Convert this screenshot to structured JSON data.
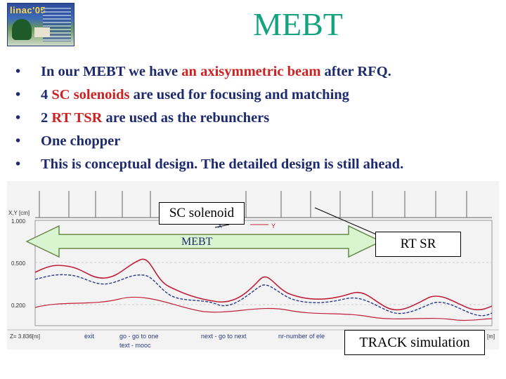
{
  "title": "MEBT",
  "logo": {
    "text": "linac'05"
  },
  "bullets": [
    {
      "prefix": "In our MEBT we have ",
      "highlight": "an axisymmetric beam",
      "suffix": " after RFQ."
    },
    {
      "prefix": "4 ",
      "highlight": "SC solenoids",
      "suffix": " are used for focusing and matching"
    },
    {
      "prefix": "2 ",
      "highlight": "RT TSR",
      "suffix": " are used as the rebunchers"
    },
    {
      "prefix": "One chopper",
      "highlight": "",
      "suffix": ""
    },
    {
      "prefix": "This is conceptual design. The detailed design is still ahead.",
      "highlight": "",
      "suffix": ""
    }
  ],
  "bullet_char": "•",
  "simulation": {
    "axis_label": "X,Y [cm]",
    "y_ticks": [
      "1.000",
      "0.500",
      "0.200"
    ],
    "legend_x": "X",
    "legend_y": "Y",
    "bottom_left": "Z=  3.836[m]",
    "bottom_items": [
      "exit",
      "go - go to one",
      "next - go to next",
      "nr-number of ele",
      "text - mooc"
    ],
    "right_mark": "[m]",
    "colors": {
      "x_trace": "#c0203a",
      "y_trace": "#2a3a8a",
      "arrow_fill": "#d8f5d0",
      "arrow_stroke": "#6a8a4a"
    }
  },
  "callouts": {
    "sc_solenoid": "SC solenoid",
    "rt_sr": "RT SR",
    "track": "TRACK simulation"
  },
  "mebt_arrow_label": "MEBT"
}
